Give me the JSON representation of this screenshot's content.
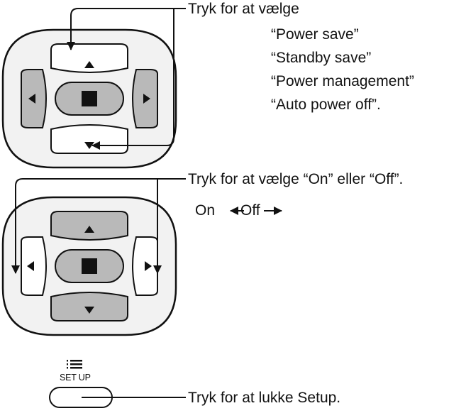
{
  "instructions": {
    "select_items": {
      "text": "Tryk for at vælge",
      "items": [
        "“Power save”",
        "“Standby save”",
        "“Power management”",
        "“Auto power off”."
      ]
    },
    "select_on_off": {
      "text": "Tryk for at vælge “On” eller “Off”.",
      "toggle_on_label": "On",
      "toggle_off_label": "Off"
    },
    "close_setup": {
      "text": "Tryk for at lukke Setup."
    }
  },
  "setup_button": {
    "label": "SET UP",
    "icon": "menu-lines-icon"
  },
  "colors": {
    "pad_body": "#f2f2f2",
    "pad_gray": "#b9b9b9",
    "pad_white": "#ffffff",
    "ink": "#111111"
  }
}
